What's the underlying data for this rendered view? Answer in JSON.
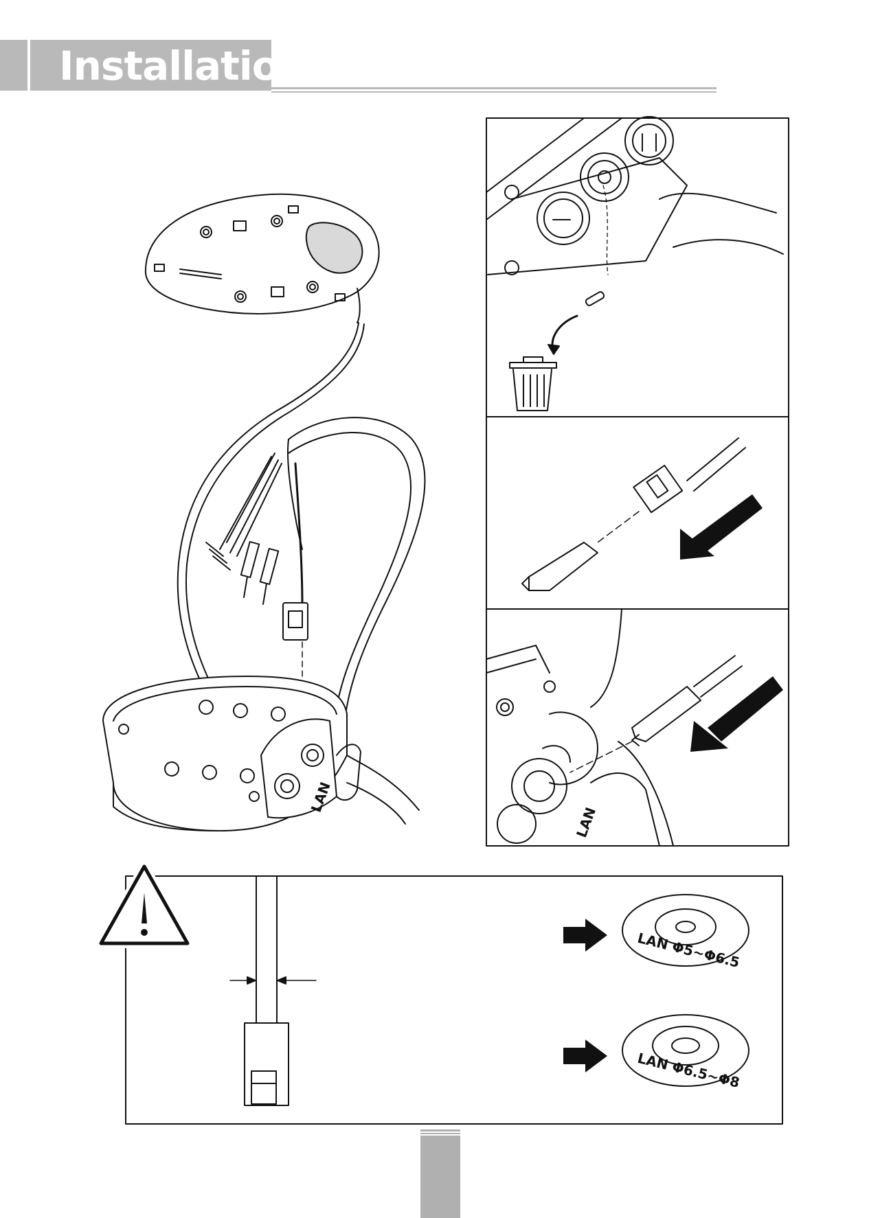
{
  "header": {
    "title": "Installation"
  },
  "labels": {
    "lan_port": "LAN",
    "gasket_small": "LAN Φ5~Φ6.5",
    "gasket_large": "LAN Φ6.5~Φ8"
  }
}
